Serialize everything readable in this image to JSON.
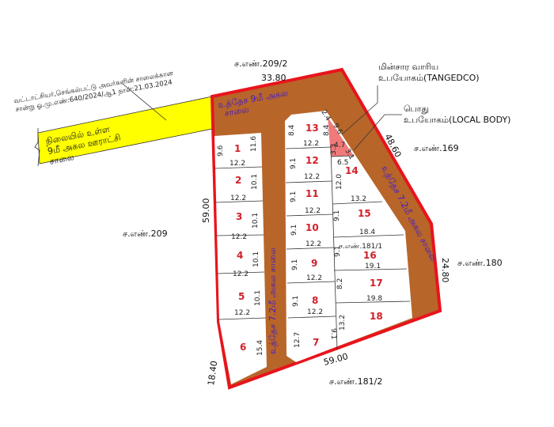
{
  "colors": {
    "boundary": "#e8141c",
    "road": "#b8652a",
    "existing_road": "#ffff00",
    "common_area": "#f07a7a",
    "lot_number": "#d0202a",
    "road_text": "#3a1ad0"
  },
  "note": [
    "வட்டாட்சியர்,செங்கல்பட்டு அவர்களின் சாலைக்கான",
    "சான்று ஓ.மு.எண்:640/2024/ஆ1 நாள்:21.03.2024"
  ],
  "existing_road": [
    "நிலையில் உள்ள",
    "9மீ அகல ஊராட்சி",
    "சாலை"
  ],
  "top_road": [
    "உத்தேச 9மீ அகல",
    "சாலை"
  ],
  "left_road": "உத்தேச 7.2மீ அகல சாலை",
  "right_road": "உத்தேச 7.2மீ அகல சாலை",
  "tangedco": [
    "மின்சார வாரிய",
    "உபயோகம்(TANGEDCO)"
  ],
  "local_body": [
    "பொது",
    "உபயோகம்(LOCAL BODY)"
  ],
  "survey": {
    "north": "ச.எண்.209/2",
    "west": "ச.எண்.209",
    "east": "ச.எண்.169",
    "southeast": "ச.எண்.180",
    "south": "ச.எண்.181/2",
    "inner": "ச.எண்.181/1"
  },
  "boundary": {
    "north": "33.80",
    "northeast": "48.60",
    "east": "24.80",
    "south": "59.00",
    "southwest": "18.40",
    "west": "59.00"
  },
  "lots": [
    "1",
    "2",
    "3",
    "4",
    "5",
    "6",
    "7",
    "8",
    "9",
    "10",
    "11",
    "12",
    "13",
    "14",
    "15",
    "16",
    "17",
    "18"
  ],
  "dims": {
    "l1": [
      "9.6",
      "11.6",
      "12.2"
    ],
    "l2": [
      "10.1",
      "12.2"
    ],
    "l3": [
      "10.1",
      "12.2"
    ],
    "l4": [
      "10.1",
      "12.2"
    ],
    "l5": [
      "10.1",
      "12.2"
    ],
    "l6": [
      "15.4"
    ],
    "l13": [
      "8.4",
      "8.4",
      "12.2",
      "2.4"
    ],
    "l12": [
      "9.1",
      "12.2"
    ],
    "l11": [
      "9.1",
      "12.2"
    ],
    "l10": [
      "9.1",
      "12.2"
    ],
    "l9": [
      "9.1",
      "12.2"
    ],
    "l8": [
      "9.1",
      "12.2"
    ],
    "l7": [
      "12.7",
      "9.1"
    ],
    "common": [
      "9.6",
      "4.7",
      "3.3",
      "3.1"
    ],
    "l14": [
      "6.5",
      "12.0"
    ],
    "l15": [
      "13.2",
      "9.1"
    ],
    "l16": [
      "18.4",
      "9.1"
    ],
    "l17": [
      "19.1",
      "8.2"
    ],
    "l18": [
      "19.8",
      "13.2"
    ]
  }
}
